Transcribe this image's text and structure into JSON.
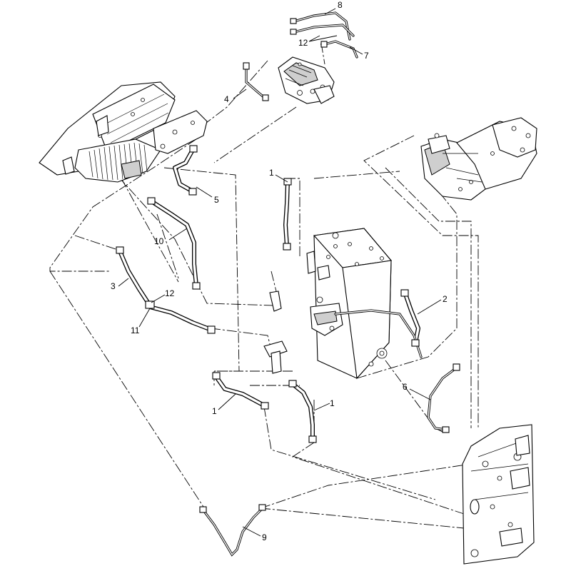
{
  "callouts": [
    {
      "id": "c8",
      "label": "8"
    },
    {
      "id": "c12a",
      "label": "12"
    },
    {
      "id": "c7",
      "label": "7"
    },
    {
      "id": "c4",
      "label": "4"
    },
    {
      "id": "c5",
      "label": "5"
    },
    {
      "id": "c1a",
      "label": "1"
    },
    {
      "id": "c10",
      "label": "10"
    },
    {
      "id": "c3",
      "label": "3"
    },
    {
      "id": "c12b",
      "label": "12"
    },
    {
      "id": "c11",
      "label": "11"
    },
    {
      "id": "c2",
      "label": "2"
    },
    {
      "id": "c6",
      "label": "6"
    },
    {
      "id": "c1b",
      "label": "1"
    },
    {
      "id": "c1c",
      "label": "1"
    },
    {
      "id": "c9",
      "label": "9"
    }
  ]
}
